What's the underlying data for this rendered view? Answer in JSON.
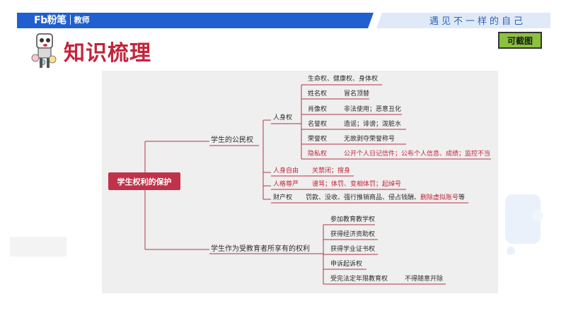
{
  "header": {
    "brand_logo": "Fb粉笔",
    "brand_tag": "教师",
    "slogan": "遇见不一样的自己"
  },
  "page_title": "知识梳理",
  "save_badge": "可截图",
  "mindmap": {
    "root": "学生权利的保护",
    "branch1": {
      "label": "学生的公民权",
      "personal_rights": {
        "label": "人身权",
        "items": [
          {
            "name": "生命权、健康权、身体权",
            "example": ""
          },
          {
            "name": "姓名权",
            "example": "冒名顶替"
          },
          {
            "name": "肖像权",
            "example": "非法使用；恶意丑化"
          },
          {
            "name": "名誉权",
            "example": "造谣；诽谤；泼脏水"
          },
          {
            "name": "荣誉权",
            "example": "无故剥夺荣誉称号"
          },
          {
            "name": "隐私权",
            "example": "公开个人日记信件；公布个人信息、成绩；监控不当"
          }
        ]
      },
      "freedom": {
        "label": "人身自由",
        "example": "关禁闭；搜身"
      },
      "dignity": {
        "label": "人格尊严",
        "example": "谩骂；体罚、变相体罚；起绰号"
      },
      "property": {
        "label": "财产权",
        "example_prefix": "罚款、没收、强行推销商品、侵占钱酬、",
        "example_highlight": "删除虚拟账号",
        "example_suffix": "等"
      }
    },
    "branch2": {
      "label": "学生作为受教育者所享有的权利",
      "items": [
        {
          "name": "参加教育教学权",
          "example": ""
        },
        {
          "name": "获得经济资助权",
          "example": ""
        },
        {
          "name": "获得学业证书权",
          "example": ""
        },
        {
          "name": "申诉起诉权",
          "example": ""
        },
        {
          "name": "受完法定年限教育权",
          "example": "不得随意开除"
        }
      ]
    }
  },
  "colors": {
    "header_blue": "#1f5fd0",
    "title_red": "#c3253b",
    "root_fill": "#c0324a",
    "connector": "#b23447",
    "badge_green": "#8ac23f"
  }
}
